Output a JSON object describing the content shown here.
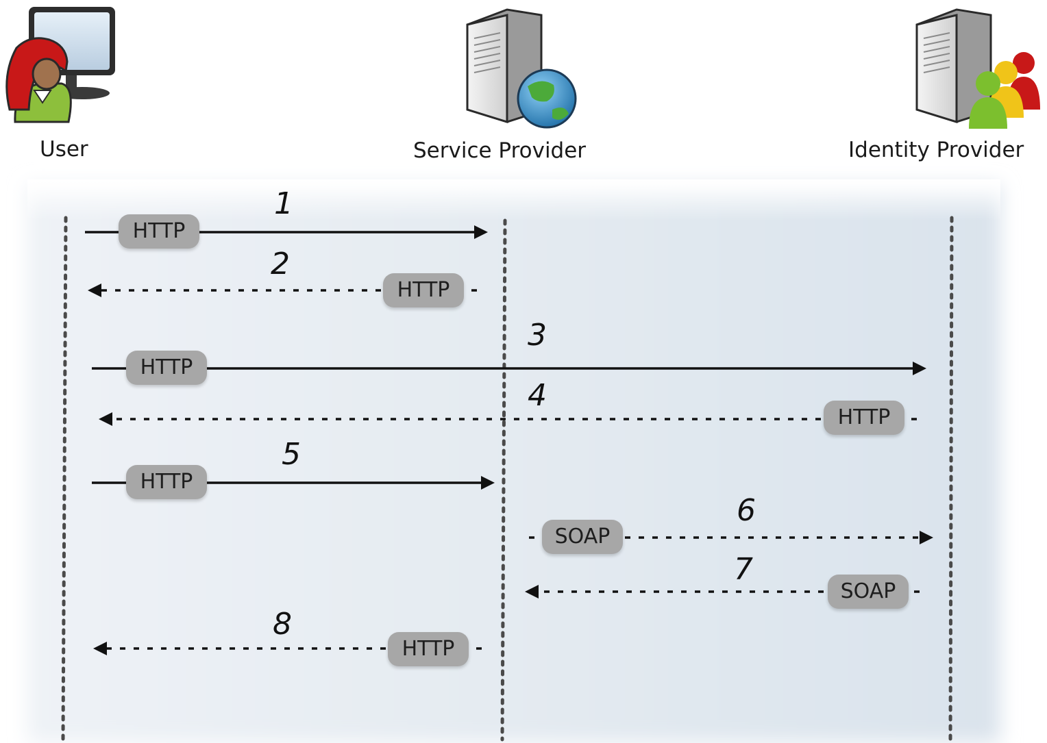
{
  "actors": {
    "user": {
      "label": "User",
      "icon": "user-at-computer-icon"
    },
    "service_provider": {
      "label": "Service Provider",
      "icon": "server-globe-icon"
    },
    "identity_provider": {
      "label": "Identity Provider",
      "icon": "server-people-icon"
    }
  },
  "steps": [
    {
      "number": "1",
      "protocol": "HTTP",
      "from": "User",
      "to": "Service Provider",
      "style": "solid"
    },
    {
      "number": "2",
      "protocol": "HTTP",
      "from": "Service Provider",
      "to": "User",
      "style": "dashed"
    },
    {
      "number": "3",
      "protocol": "HTTP",
      "from": "User",
      "to": "Identity Provider",
      "style": "solid"
    },
    {
      "number": "4",
      "protocol": "HTTP",
      "from": "Identity Provider",
      "to": "User",
      "style": "dashed"
    },
    {
      "number": "5",
      "protocol": "HTTP",
      "from": "User",
      "to": "Service Provider",
      "style": "solid"
    },
    {
      "number": "6",
      "protocol": "SOAP",
      "from": "Service Provider",
      "to": "Identity Provider",
      "style": "dashed"
    },
    {
      "number": "7",
      "protocol": "SOAP",
      "from": "Identity Provider",
      "to": "Service Provider",
      "style": "dashed"
    },
    {
      "number": "8",
      "protocol": "HTTP",
      "from": "Service Provider",
      "to": "User",
      "style": "dashed"
    }
  ],
  "colors": {
    "panel_left": "#e9eef4",
    "panel_right": "#dde6ef",
    "badge": "#a7a7a7",
    "arrow": "#111111"
  }
}
